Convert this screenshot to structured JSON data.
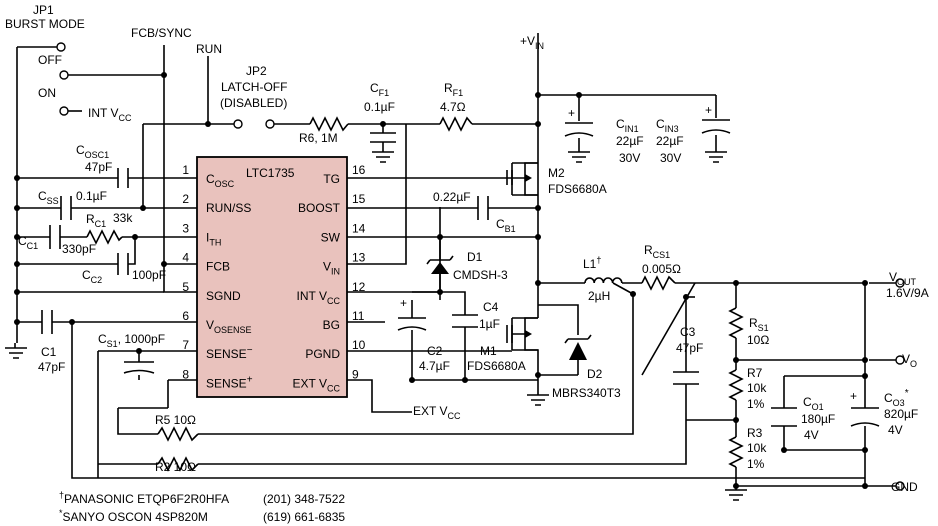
{
  "ic": {
    "name": "LTC1735",
    "left_pins": [
      {
        "num": "1",
        "label": "COSC",
        "main": "C",
        "sub": "OSC",
        "sup": ""
      },
      {
        "num": "2",
        "label": "RUN/SS",
        "main": "RUN/SS",
        "sub": "",
        "sup": ""
      },
      {
        "num": "3",
        "label": "ITH",
        "main": "I",
        "sub": "TH",
        "sup": ""
      },
      {
        "num": "4",
        "label": "FCB",
        "main": "FCB",
        "sub": "",
        "sup": ""
      },
      {
        "num": "5",
        "label": "SGND",
        "main": "SGND",
        "sub": "",
        "sup": ""
      },
      {
        "num": "6",
        "label": "VOSENSE",
        "main": "V",
        "sub": "OSENSE",
        "sup": ""
      },
      {
        "num": "7",
        "label": "SENSE−",
        "main": "SENSE",
        "sub": "",
        "sup": "−"
      },
      {
        "num": "8",
        "label": "SENSE+",
        "main": "SENSE",
        "sub": "",
        "sup": "+"
      }
    ],
    "right_pins": [
      {
        "num": "16",
        "label": "TG",
        "main": "TG",
        "sub": "",
        "sup": ""
      },
      {
        "num": "15",
        "label": "BOOST",
        "main": "BOOST",
        "sub": "",
        "sup": ""
      },
      {
        "num": "14",
        "label": "SW",
        "main": "SW",
        "sub": "",
        "sup": ""
      },
      {
        "num": "13",
        "label": "VIN",
        "main": "V",
        "sub": "IN",
        "sup": ""
      },
      {
        "num": "12",
        "label": "INT VCC",
        "main": "INT V",
        "sub": "CC",
        "sup": ""
      },
      {
        "num": "11",
        "label": "BG",
        "main": "BG",
        "sub": "",
        "sup": ""
      },
      {
        "num": "10",
        "label": "PGND",
        "main": "PGND",
        "sub": "",
        "sup": ""
      },
      {
        "num": "9",
        "label": "EXT VCC",
        "main": "EXT V",
        "sub": "CC",
        "sup": ""
      }
    ]
  },
  "jp1": {
    "title_line1": "JP1",
    "title_line2": "BURST MODE",
    "off": "OFF",
    "on": "ON",
    "int_vcc_main": "INT V",
    "int_vcc_sub": "CC"
  },
  "jp2": {
    "line1": "JP2",
    "line2": "LATCH-OFF",
    "line3": "(DISABLED)"
  },
  "net_labels": {
    "fcb_sync": "FCB/SYNC",
    "run": "RUN",
    "vin_main": "+V",
    "vin_sub": "IN",
    "ext_vcc_main": "EXT V",
    "ext_vcc_sub": "CC",
    "gnd": "GND"
  },
  "components": {
    "cosc1": {
      "name_main": "C",
      "name_sub": "OSC1",
      "value": "47pF"
    },
    "css": {
      "name_main": "C",
      "name_sub": "SS",
      "value": "0.1µF"
    },
    "rc1": {
      "name_main": "R",
      "name_sub": "C1",
      "value": "33k"
    },
    "cc1": {
      "name_main": "C",
      "name_sub": "C1",
      "value": "330pF"
    },
    "cc2": {
      "name_main": "C",
      "name_sub": "C2",
      "value": "100pF"
    },
    "c1": {
      "name": "C1",
      "value": "47pF"
    },
    "cs1": {
      "name_main": "C",
      "name_sub": "S1",
      "value": ", 1000pF"
    },
    "r5": {
      "label": "R5 10Ω"
    },
    "r2": {
      "label": "R2 10Ω"
    },
    "r6": {
      "label": "R6, 1M"
    },
    "cf1": {
      "name_main": "C",
      "name_sub": "F1",
      "value": "0.1µF"
    },
    "rf1": {
      "name_main": "R",
      "name_sub": "F1",
      "value": "4.7Ω"
    },
    "cin1": {
      "name_main": "C",
      "name_sub": "IN1",
      "value1": "22µF",
      "value2": "30V"
    },
    "cin3": {
      "name_main": "C",
      "name_sub": "IN3",
      "value1": "22µF",
      "value2": "30V"
    },
    "m2": {
      "name": "M2",
      "part": "FDS6680A"
    },
    "cb1": {
      "value": "0.22µF",
      "name_main": "C",
      "name_sub": "B1"
    },
    "d1": {
      "name": "D1",
      "part": "CMDSH-3"
    },
    "c4": {
      "name": "C4",
      "value": "1µF"
    },
    "c2": {
      "name": "C2",
      "value": "4.7µF"
    },
    "m1": {
      "name": "M1",
      "part": "FDS6680A"
    },
    "d2": {
      "name": "D2",
      "part": "MBRS340T3"
    },
    "l1": {
      "name": "L1",
      "mark": "†",
      "value": "2µH"
    },
    "rcs1": {
      "name_main": "R",
      "name_sub": "CS1",
      "value": "0.005Ω"
    },
    "c3": {
      "name": "C3",
      "value": "47pF"
    },
    "rs1": {
      "name_main": "R",
      "name_sub": "S1",
      "value": "10Ω"
    },
    "r7": {
      "name": "R7",
      "value1": "10k",
      "value2": "1%"
    },
    "r3": {
      "name": "R3",
      "value1": "10k",
      "value2": "1%"
    },
    "co1": {
      "name_main": "C",
      "name_sub": "O1",
      "value1": "180µF",
      "value2": "4V"
    },
    "co3": {
      "name_main": "C",
      "name_sub": "O3",
      "mark": "*",
      "value1": "820µF",
      "value2": "4V"
    }
  },
  "outputs": {
    "vout_main": "V",
    "vout_sub": "OUT",
    "vout_value": "1.6V/9A",
    "vo_main": "V",
    "vo_sub": "O"
  },
  "footnotes": [
    {
      "mark": "†",
      "text": "PANASONIC ETQP6F2R0HFA",
      "phone": "(201) 348-7522"
    },
    {
      "mark": "*",
      "text": "SANYO OSCON 4SP820M",
      "phone": "(619) 661-6835"
    }
  ]
}
